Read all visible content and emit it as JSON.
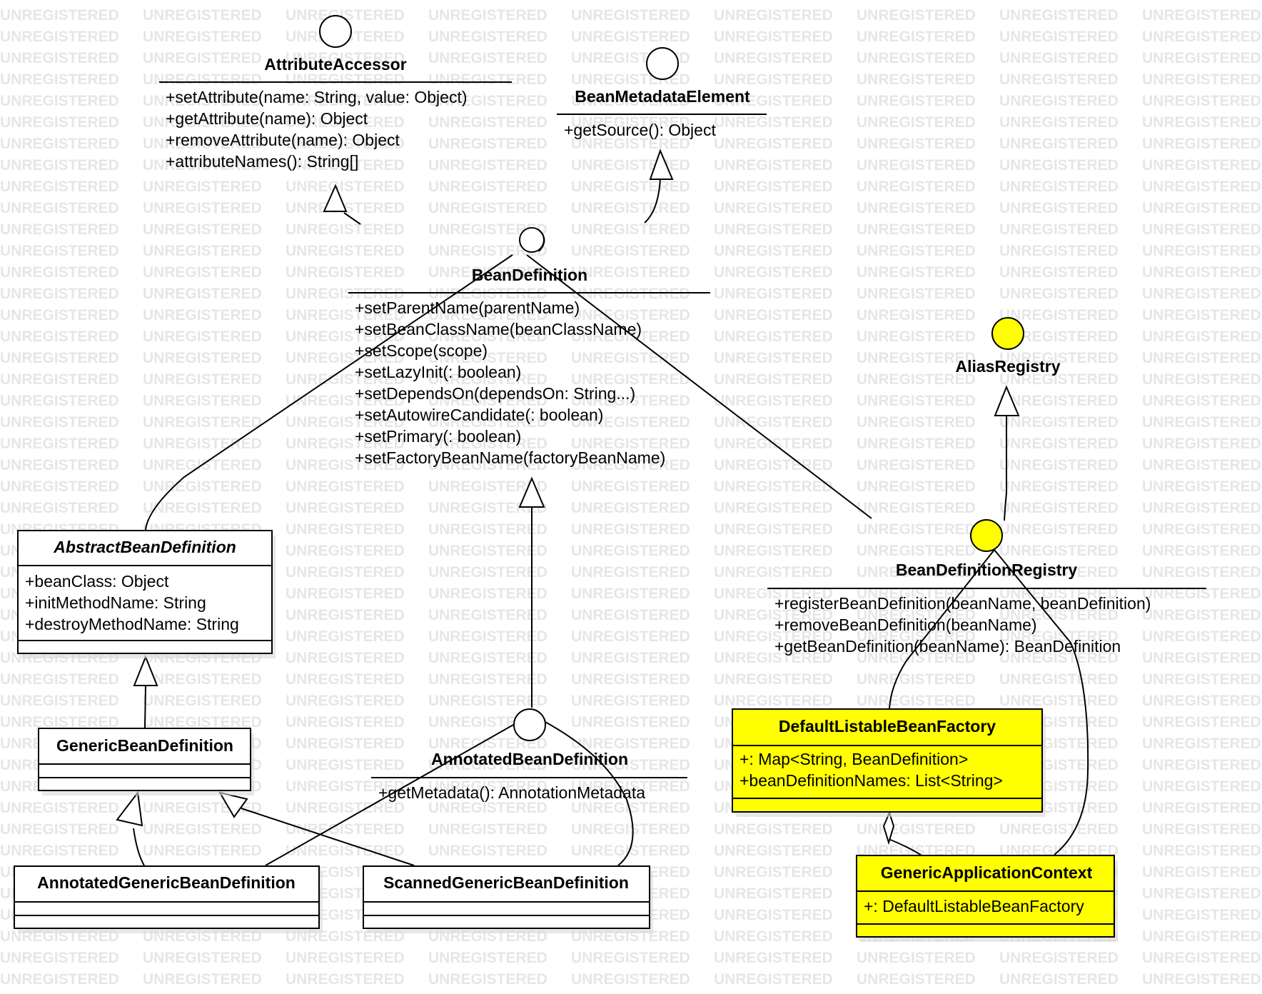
{
  "watermark": "UNREGISTERED",
  "classes": {
    "attribute_accessor": {
      "name": "AttributeAccessor",
      "members": [
        "+setAttribute(name: String, value: Object)",
        "+getAttribute(name): Object",
        "+removeAttribute(name): Object",
        "+attributeNames(): String[]"
      ]
    },
    "bean_metadata_element": {
      "name": "BeanMetadataElement",
      "members": [
        "+getSource(): Object"
      ]
    },
    "bean_definition": {
      "name": "BeanDefinition",
      "members": [
        "+setParentName(parentName)",
        "+setBeanClassName(beanClassName)",
        "+setScope(scope)",
        "+setLazyInit(: boolean)",
        "+setDependsOn(dependsOn: String...)",
        "+setAutowireCandidate(: boolean)",
        "+setPrimary(: boolean)",
        "+setFactoryBeanName(factoryBeanName)"
      ]
    },
    "alias_registry": {
      "name": "AliasRegistry"
    },
    "abstract_bean_definition": {
      "name": "AbstractBeanDefinition",
      "members": [
        "+beanClass: Object",
        "+initMethodName: String",
        "+destroyMethodName: String"
      ]
    },
    "bean_definition_registry": {
      "name": "BeanDefinitionRegistry",
      "members": [
        "+registerBeanDefinition(beanName, beanDefinition)",
        "+removeBeanDefinition(beanName)",
        "+getBeanDefinition(beanName): BeanDefinition"
      ]
    },
    "generic_bean_definition": {
      "name": "GenericBeanDefinition"
    },
    "annotated_bean_definition": {
      "name": "AnnotatedBeanDefinition",
      "members": [
        "+getMetadata(): AnnotationMetadata"
      ]
    },
    "default_listable_bean_factory": {
      "name": "DefaultListableBeanFactory",
      "members": [
        "+: Map<String, BeanDefinition>",
        "+beanDefinitionNames: List<String>"
      ]
    },
    "annotated_generic_bean_definition": {
      "name": "AnnotatedGenericBeanDefinition"
    },
    "scanned_generic_bean_definition": {
      "name": "ScannedGenericBeanDefinition"
    },
    "generic_application_context": {
      "name": "GenericApplicationContext",
      "members": [
        "+: DefaultListableBeanFactory"
      ]
    }
  },
  "colors": {
    "highlight": "#ffff00",
    "watermark": "#e6e6e6",
    "stroke": "#000000"
  }
}
